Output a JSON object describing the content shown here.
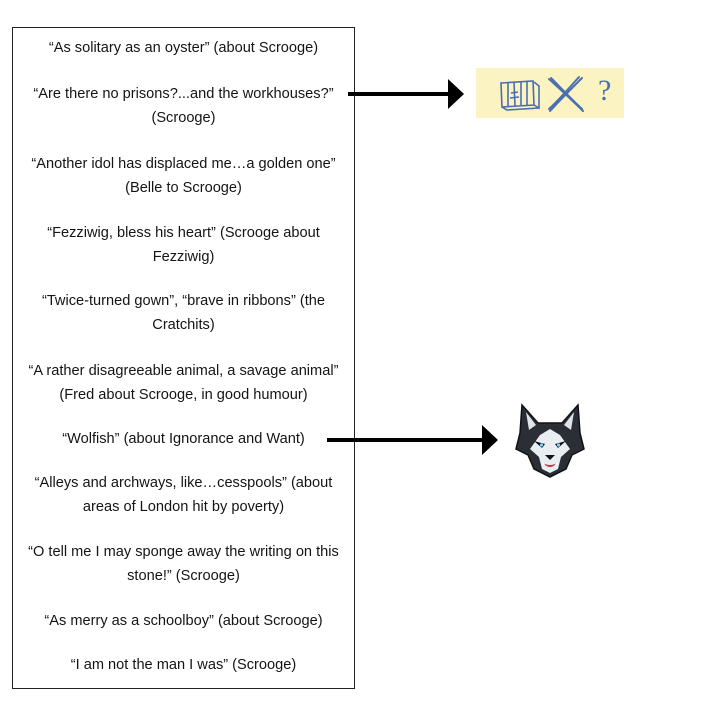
{
  "quotes": [
    "“As solitary as an oyster” (about Scrooge)",
    "“Are there no prisons?...and the workhouses?” (Scrooge)",
    "“Another idol has displaced me…a golden one” (Belle to Scrooge)",
    "“Fezziwig, bless his heart” (Scrooge about Fezziwig)",
    "“Twice-turned gown”, “brave in ribbons” (the Cratchits)",
    "“A rather disagreeable animal, a savage animal” (Fred about Scrooge, in good humour)",
    "“Wolfish” (about Ignorance and Want)",
    "“Alleys and archways, like…cesspools” (about areas of London hit by poverty)",
    "“O tell me I may sponge away the writing on this stone!” (Scrooge)",
    "“As merry as a schoolboy” (about Scrooge)",
    "“I am not the man I was” (Scrooge)"
  ],
  "sticky_note": {
    "question_mark": "?",
    "background_color": "#fbf4c2",
    "ink_color": "#4a6fb0",
    "icons": [
      "prison-bars-icon",
      "cross-icon",
      "question-mark-icon"
    ]
  },
  "wolf_image": {
    "icon": "wolf-head-icon"
  },
  "colors": {
    "arrow": "#000000",
    "box_border": "#222222"
  }
}
